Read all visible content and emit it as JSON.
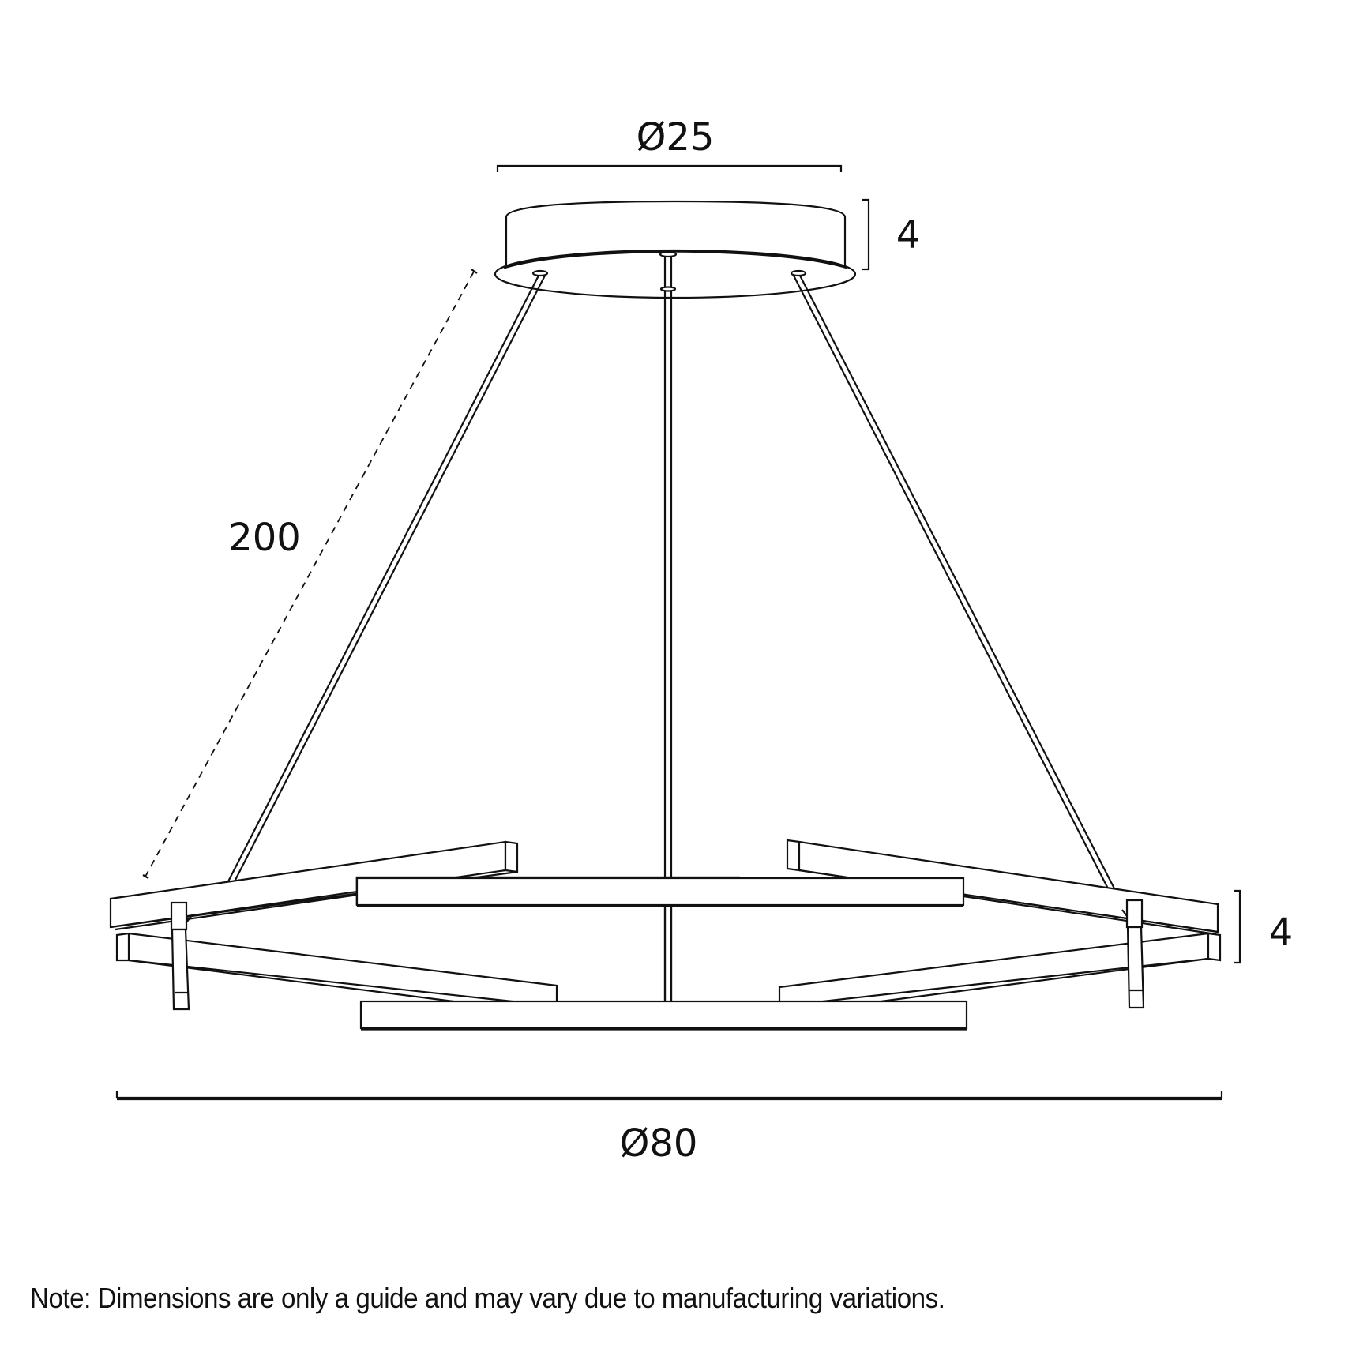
{
  "drawing": {
    "subject": "Pendant light fixture dimension drawing",
    "dimensions": {
      "canopy_diameter": "Ø25",
      "canopy_height": "4",
      "suspension_length": "200",
      "fixture_height": "4",
      "fixture_diameter": "Ø80"
    },
    "colors": {
      "line": "#111111",
      "background": "#ffffff"
    }
  },
  "footer": {
    "note": "Note: Dimensions are only a guide and may vary due to manufacturing variations."
  }
}
